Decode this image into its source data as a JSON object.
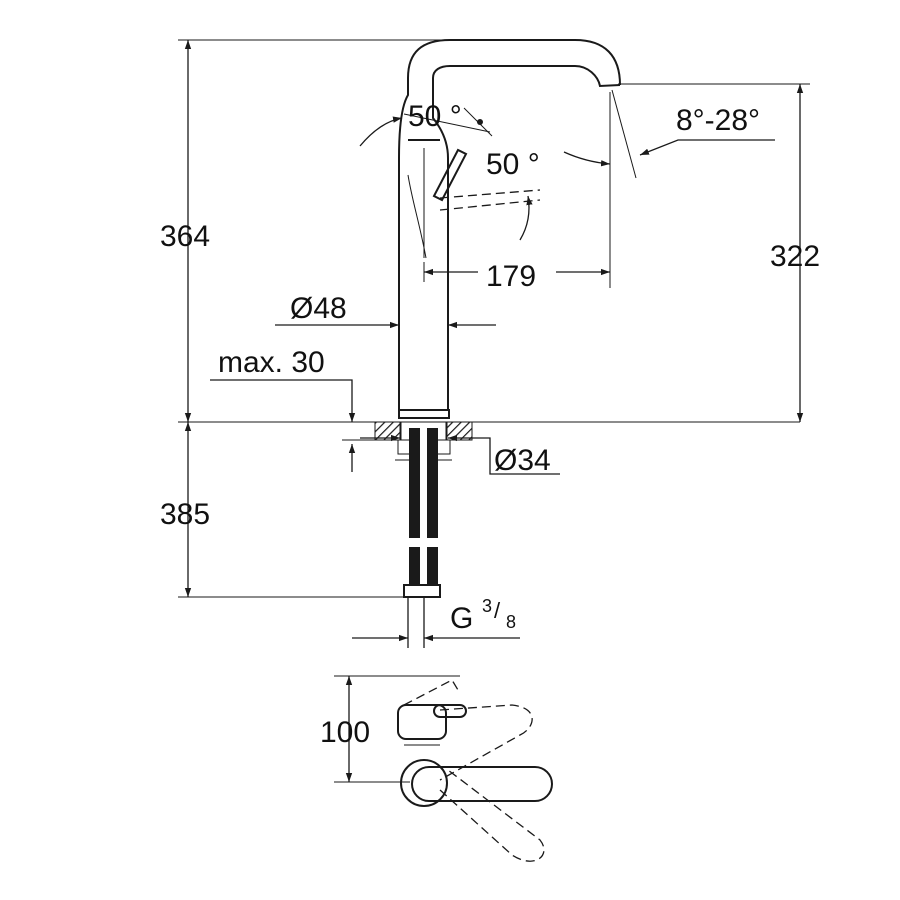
{
  "dimensions": {
    "overall_height": "364",
    "spout_height": "322",
    "spout_reach": "179",
    "body_diameter": "Ø48",
    "max_deck_thickness": "max. 30",
    "hole_diameter": "Ø34",
    "hose_length": "385",
    "connection_thread": "G",
    "connection_num": "3",
    "connection_den": "8",
    "lever_clearance": "100"
  },
  "angles": {
    "lever_forward": "50 °",
    "lever_lift": "50 °",
    "spout_swivel": "8°-28°"
  }
}
